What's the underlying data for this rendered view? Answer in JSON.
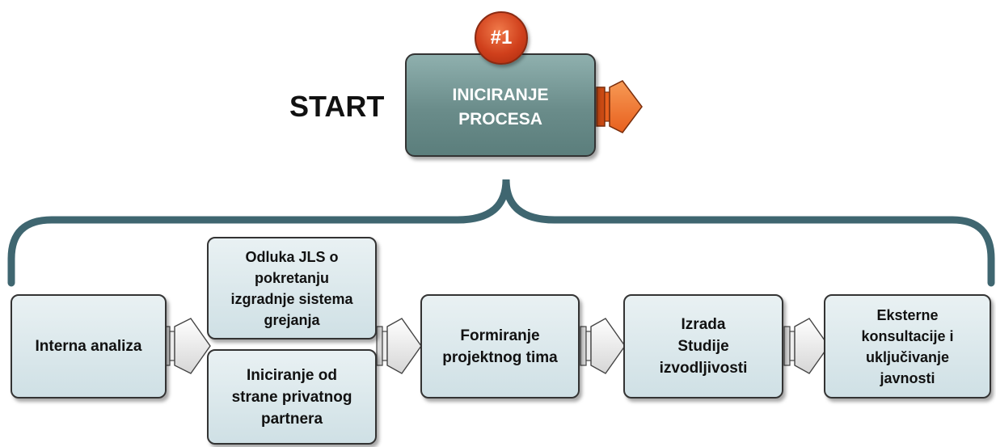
{
  "start_label": "START",
  "main_step": {
    "badge": "#1",
    "title": "INICIRANJE\nPROCESA"
  },
  "steps": {
    "interna_analiza": "Interna analiza",
    "odluka_jls": "Odluka JLS o\npokretanju\nizgradnje sistema\ngrejanja",
    "iniciranje_privatni": "Iniciranje od\nstrane privatnog\npartnera",
    "formiranje_tima": "Formiranje\nprojektnog tima",
    "izrada_studije": "Izrada\nStudije\nizvodljivosti",
    "eksterne_konsultacije": "Eksterne\nkonsultacije i\nuključivanje\njavnosti"
  },
  "colors": {
    "brace": "#3f6670",
    "main_box": "#6a8c8a",
    "badge": "#d0401c",
    "orange_arrow": "#f07a30",
    "step_box": "#dbe8ec"
  }
}
